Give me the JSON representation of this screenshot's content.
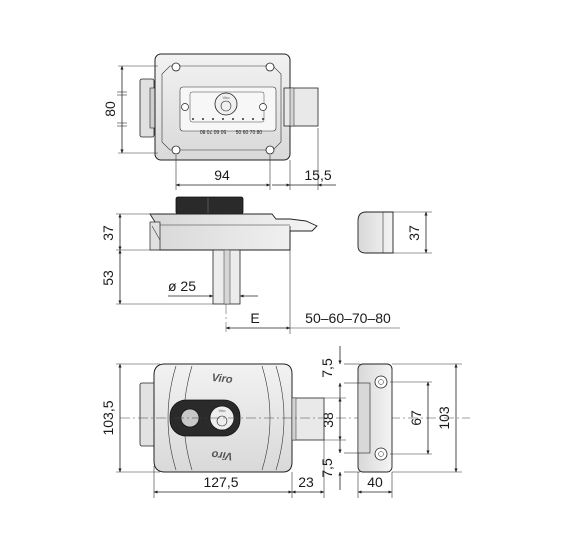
{
  "top_view": {
    "height_dim": "80",
    "width_dim": "94",
    "bolt_dim": "15,5",
    "scale_labels": "50 60 70 80",
    "scale_labels_b": "50 60 70 80"
  },
  "side_view": {
    "height_dim": "37",
    "stem_dim": "53",
    "diameter_dim": "ø 25",
    "e_label": "E",
    "e_values": "50–60–70–80",
    "keeper_height_dim": "37"
  },
  "front_view": {
    "brand_top": "Viro",
    "brand_bottom": "Viro",
    "height_dim": "103,5",
    "width_dim": "127,5",
    "bolt_dim": "23",
    "bolt_height_dim": "38",
    "offset_top_dim": "7,5",
    "offset_bottom_dim": "7,5",
    "keeper_width_dim": "40",
    "keeper_inner_dim": "67",
    "keeper_outer_dim": "103",
    "cylinder_label": "Viro"
  },
  "colors": {
    "body_fill": "#ebebeb",
    "dark_fill": "#2a2a2a",
    "line": "#222222"
  }
}
